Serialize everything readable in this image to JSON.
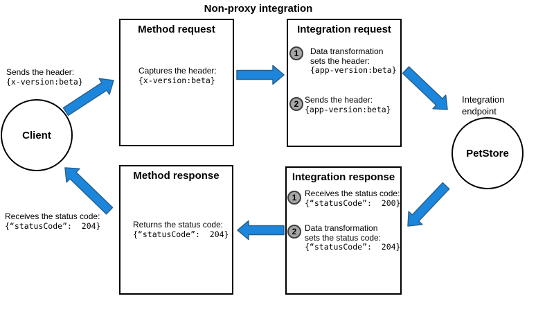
{
  "title": "Non-proxy integration",
  "colors": {
    "arrow_fill": "#1C86DC",
    "arrow_outline": "#29618E",
    "badge_fill": "#A7A7A7",
    "badge_border": "#3E3E3E"
  },
  "client": {
    "label": "Client"
  },
  "endpoint": {
    "caption_line1": "Integration",
    "caption_line2": "endpoint",
    "label": "PetStore"
  },
  "client_notes": {
    "request": {
      "text": "Sends the header:",
      "code": "{x-version:beta}"
    },
    "response": {
      "text": "Receives the status code:",
      "code": "{“statusCode”:  204}"
    }
  },
  "method_request": {
    "title": "Method request",
    "text": "Captures the header:",
    "code": "{x-version:beta}"
  },
  "integration_request": {
    "title": "Integration request",
    "steps": [
      {
        "num": "1",
        "lines": [
          "Data transformation",
          "sets the header:"
        ],
        "code": "{app-version:beta}"
      },
      {
        "num": "2",
        "lines": [
          "Sends the header:"
        ],
        "code": "{app-version:beta}"
      }
    ]
  },
  "method_response": {
    "title": "Method response",
    "text": "Returns the status code:",
    "code": "{“statusCode”:  204}"
  },
  "integration_response": {
    "title": "Integration response",
    "steps": [
      {
        "num": "1",
        "lines": [
          "Receives the status code:"
        ],
        "code": "{“statusCode”:  200}"
      },
      {
        "num": "2",
        "lines": [
          "Data transformation",
          "sets the status code:"
        ],
        "code": "{“statusCode”:  204}"
      }
    ]
  }
}
